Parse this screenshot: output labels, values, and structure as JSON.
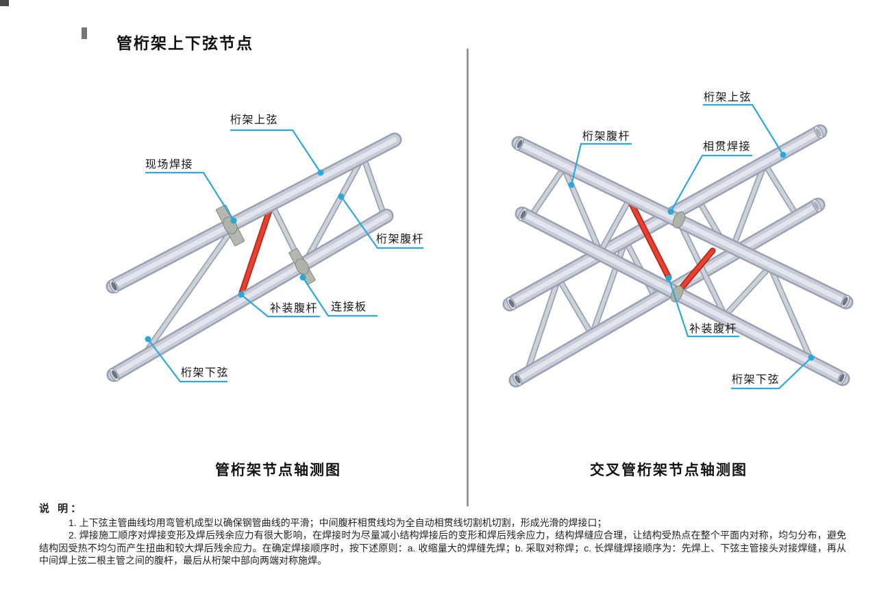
{
  "page": {
    "title": "管桁架上下弦节点"
  },
  "left_diagram": {
    "caption": "管桁架节点轴测图",
    "labels": {
      "top_chord": "桁架上弦",
      "site_weld": "现场焊接",
      "web_member": "桁架腹杆",
      "infill_web": "补装腹杆",
      "gusset_plate": "连接板",
      "bottom_chord": "桁架下弦"
    }
  },
  "right_diagram": {
    "caption": "交叉管桁架节点轴测图",
    "labels": {
      "top_chord": "桁架上弦",
      "web_member": "桁架腹杆",
      "intersect_weld": "相贯焊接",
      "infill_web": "补装腹杆",
      "bottom_chord": "桁架下弦"
    }
  },
  "notes": {
    "heading": "说 明：",
    "items": [
      "1. 上下弦主管曲线均用弯管机成型以确保钢管曲线的平滑；中间腹杆相贯线均为全自动相贯线切割机切割，形成光滑的焊接口；",
      "2. 焊接施工顺序对焊接变形及焊后残余应力有很大影响，在焊接时为尽量减小结构焊接后的变形和焊后残余应力，结构焊缝应合理，让结构受热点在整个平面内对称，均匀分布，避免结构因受热不均匀而产生扭曲和较大焊后残余应力。在确定焊接顺序时，按下述原则：a. 收缩量大的焊缝先焊；b. 采取对称焊；c. 长焊缝焊接顺序为：先焊上、下弦主管接头对接焊缝，再从中间焊上弦二根主管之间的腹杆，最后从桁架中部向两端对称施焊。"
    ]
  },
  "colors": {
    "leader_line": "#2aa7db",
    "tube_fill": "#c7ccd8",
    "tube_edge": "#99a1b1",
    "red_member": "#e8412f",
    "plate": "#b4b8af",
    "divider": "#979797"
  }
}
